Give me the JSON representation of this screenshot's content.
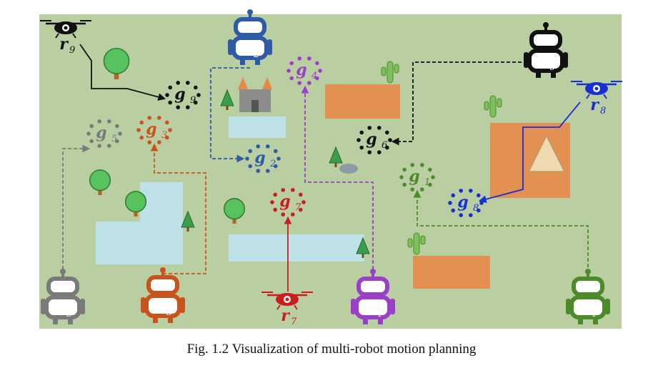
{
  "caption": "Fig. 1.2 Visualization of multi-robot motion planning",
  "colors": {
    "background": "#b9cfa2",
    "water": "#bfe3f0",
    "sand": "#e8894a",
    "tree": "#58c25f",
    "r1": "#4c8a2a",
    "r2": "#2e5aa8",
    "r3": "#c9531c",
    "r4": "#9b3fc9",
    "r5": "#7a7a7a",
    "r6": "#111111",
    "r7": "#c81e1e",
    "r8": "#1a2fd1",
    "r9": "#111111"
  },
  "robots": [
    {
      "id": "r1",
      "letter": "r",
      "sub": "1",
      "kind": "ground-robot",
      "color": "#4c8a2a"
    },
    {
      "id": "r2",
      "letter": "r",
      "sub": "2",
      "kind": "ground-robot",
      "color": "#2e5aa8"
    },
    {
      "id": "r3",
      "letter": "r",
      "sub": "3",
      "kind": "ground-robot",
      "color": "#c9531c"
    },
    {
      "id": "r4",
      "letter": "r",
      "sub": "4",
      "kind": "ground-robot",
      "color": "#9b3fc9"
    },
    {
      "id": "r5",
      "letter": "r",
      "sub": "5",
      "kind": "ground-robot",
      "color": "#7a7a7a"
    },
    {
      "id": "r6",
      "letter": "r",
      "sub": "6",
      "kind": "ground-robot",
      "color": "#111111"
    },
    {
      "id": "r7",
      "letter": "r",
      "sub": "7",
      "kind": "drone",
      "color": "#c81e1e"
    },
    {
      "id": "r8",
      "letter": "r",
      "sub": "8",
      "kind": "drone",
      "color": "#1a2fd1"
    },
    {
      "id": "r9",
      "letter": "r",
      "sub": "9",
      "kind": "drone",
      "color": "#111111"
    }
  ],
  "goals": [
    {
      "id": "g1",
      "letter": "g",
      "sub": "1",
      "color": "#4c8a2a"
    },
    {
      "id": "g2",
      "letter": "g",
      "sub": "2",
      "color": "#2e5aa8"
    },
    {
      "id": "g3",
      "letter": "g",
      "sub": "3",
      "color": "#c9531c"
    },
    {
      "id": "g4",
      "letter": "g",
      "sub": "4",
      "color": "#9b3fc9"
    },
    {
      "id": "g5",
      "letter": "g",
      "sub": "5",
      "color": "#7a7a7a"
    },
    {
      "id": "g6",
      "letter": "g",
      "sub": "6",
      "color": "#111111"
    },
    {
      "id": "g7",
      "letter": "g",
      "sub": "7",
      "color": "#c81e1e"
    },
    {
      "id": "g8",
      "letter": "g",
      "sub": "8",
      "color": "#1a2fd1"
    },
    {
      "id": "g9",
      "letter": "g",
      "sub": "9",
      "color": "#111111"
    }
  ],
  "paths": [
    {
      "robot": "r1",
      "goal": "g1",
      "style": "dashed"
    },
    {
      "robot": "r2",
      "goal": "g2",
      "style": "dashed"
    },
    {
      "robot": "r3",
      "goal": "g3",
      "style": "dashed"
    },
    {
      "robot": "r4",
      "goal": "g4",
      "style": "dashed"
    },
    {
      "robot": "r5",
      "goal": "g5",
      "style": "dashed"
    },
    {
      "robot": "r6",
      "goal": "g6",
      "style": "dashed"
    },
    {
      "robot": "r7",
      "goal": "g7",
      "style": "solid"
    },
    {
      "robot": "r8",
      "goal": "g8",
      "style": "solid"
    },
    {
      "robot": "r9",
      "goal": "g9",
      "style": "solid"
    }
  ]
}
